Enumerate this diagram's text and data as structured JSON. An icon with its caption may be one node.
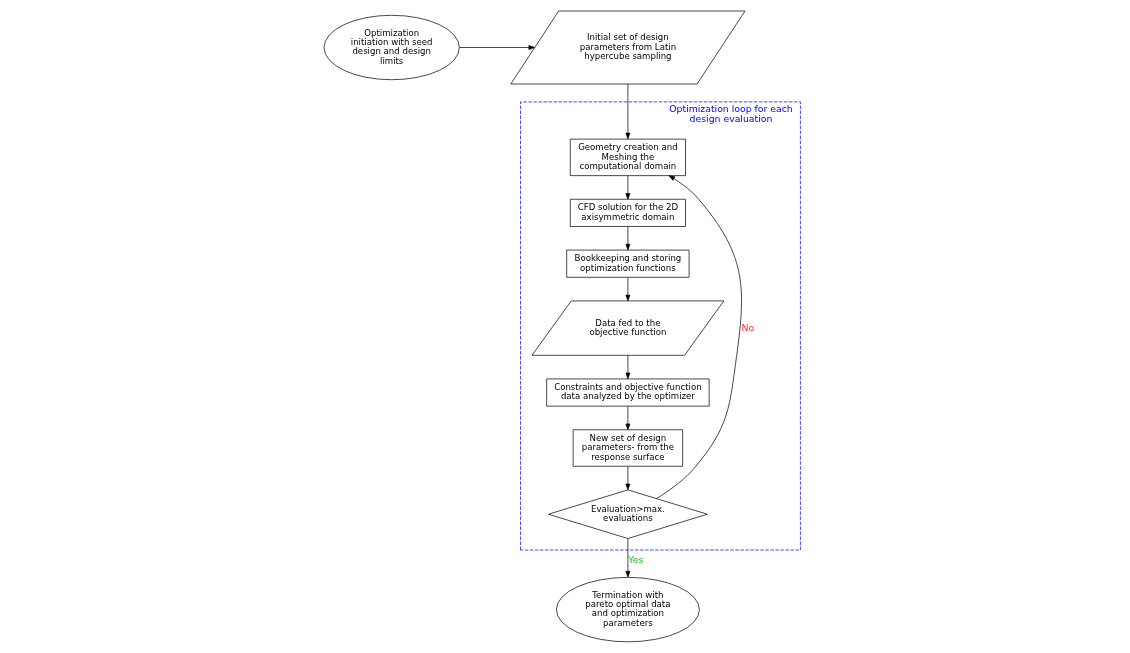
{
  "diagram": {
    "nodes": [
      {
        "text": [
          "Optimization initiation with seed design and design limits"
        ]
      },
      {
        "text": [
          "Initial set of design parameters from Latin hypercube sampling"
        ]
      },
      {
        "text": [
          "Optimization loop for each design evaluation"
        ]
      },
      {
        "text": [
          "Geometry creation and Meshing the computational domain"
        ],
        "in": 2
      },
      {
        "text": [
          "CFD solution for the 2D axisymmetric domain"
        ],
        "in": 2
      },
      {
        "text": [
          "Bookkeeping and storing optimization functions"
        ],
        "in": 2
      },
      {
        "text": [
          "Data fed to the objective function"
        ],
        "in": 2
      },
      {
        "text": [
          "Constraints and objective function data analyzed by the optimizer"
        ],
        "in": 2
      },
      {
        "text": [
          "New set of design parameters- from the response surface"
        ],
        "in": 2
      },
      {
        "text": [
          "Evaluation>max. evaluations"
        ],
        "in": 2
      },
      {
        "text": [
          "Termination with pareto optimal data and optimization parameters"
        ]
      }
    ],
    "edges": [
      {
        "from": 0,
        "to": 1,
        "arrow": "to"
      },
      {
        "from": 1,
        "to": 3,
        "arrow": "to"
      },
      {
        "from": 3,
        "to": 4,
        "arrow": "to"
      },
      {
        "from": 4,
        "to": 5,
        "arrow": "to"
      },
      {
        "from": 5,
        "to": 6,
        "arrow": "to"
      },
      {
        "from": 6,
        "to": 7,
        "arrow": "to"
      },
      {
        "from": 7,
        "to": 8,
        "arrow": "to"
      },
      {
        "from": 8,
        "to": 9,
        "arrow": "to"
      },
      {
        "from": 9,
        "to": 3,
        "arrow": "to",
        "label": "No"
      },
      {
        "from": 9,
        "to": 10,
        "arrow": "to",
        "label": "Yes"
      }
    ]
  }
}
